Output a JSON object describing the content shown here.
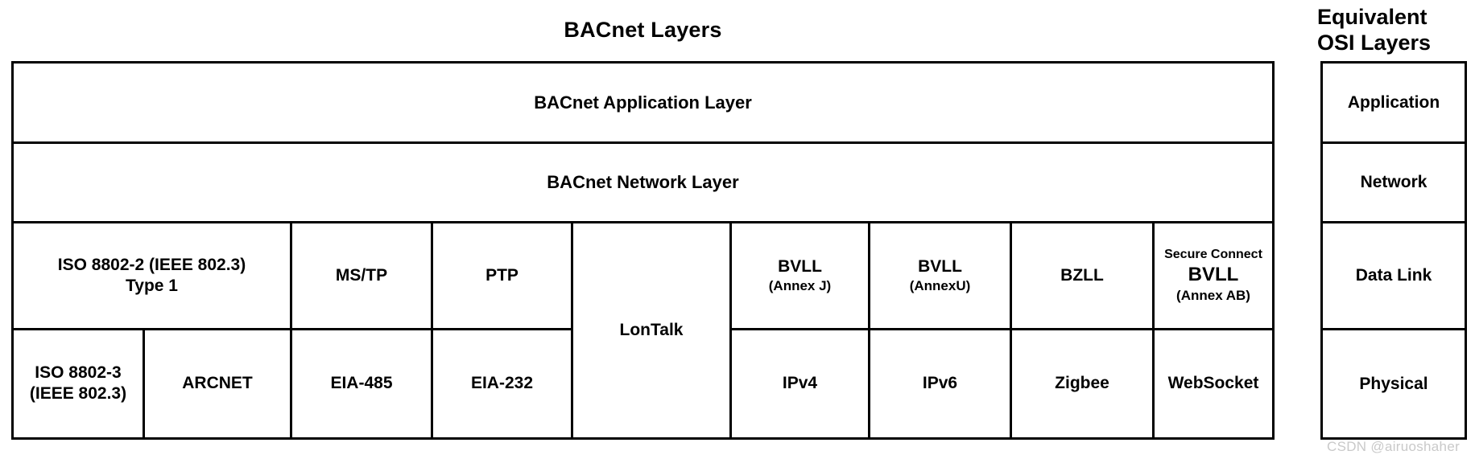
{
  "titles": {
    "bacnet": "BACnet Layers",
    "osi_line1": "Equivalent",
    "osi_line2": "OSI Layers"
  },
  "bacnet_stack": {
    "application_layer": "BACnet Application Layer",
    "network_layer": "BACnet Network Layer",
    "data_link_row": [
      {
        "label": "ISO 8802-2 (IEEE 802.3)",
        "label2": "Type 1",
        "sub": ""
      },
      {
        "label": "MS/TP",
        "label2": "",
        "sub": ""
      },
      {
        "label": "PTP",
        "label2": "",
        "sub": ""
      },
      {
        "label": "LonTalk",
        "label2": "",
        "sub": ""
      },
      {
        "label": "BVLL",
        "label2": "",
        "sub": "(Annex J)"
      },
      {
        "label": "BVLL",
        "label2": "",
        "sub": "(AnnexU)"
      },
      {
        "label": "BZLL",
        "label2": "",
        "sub": ""
      },
      {
        "label_top": "Secure Connect",
        "label": "BVLL",
        "label2": "",
        "sub": "(Annex AB)"
      }
    ],
    "physical_row": [
      {
        "label": "ISO 8802-3",
        "label2": "(IEEE 802.3)"
      },
      {
        "label": "ARCNET",
        "label2": ""
      },
      {
        "label": "EIA-485",
        "label2": ""
      },
      {
        "label": "EIA-232",
        "label2": ""
      },
      {
        "label": "IPv4",
        "label2": ""
      },
      {
        "label": "IPv6",
        "label2": ""
      },
      {
        "label": "Zigbee",
        "label2": ""
      },
      {
        "label": "WebSocket",
        "label2": ""
      }
    ]
  },
  "osi_layers": [
    {
      "label": "Application"
    },
    {
      "label": "Network"
    },
    {
      "label": "Data Link"
    },
    {
      "label": "Physical"
    }
  ],
  "watermark": "CSDN @airuoshaher",
  "colors": {
    "border": "#000000",
    "background": "#ffffff",
    "text": "#000000",
    "watermark": "#c9c9c9"
  }
}
